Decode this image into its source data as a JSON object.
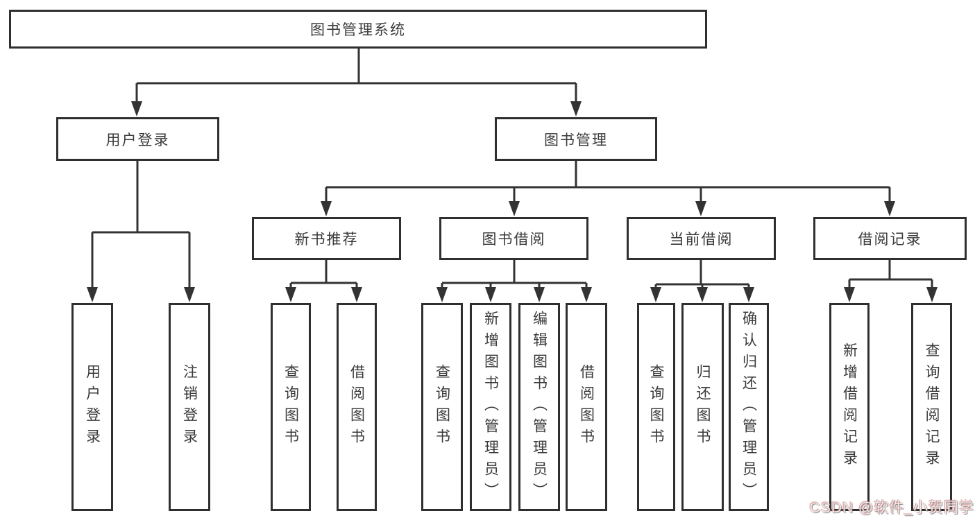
{
  "nodes": {
    "root": "图书管理系统",
    "user_login": "用户登录",
    "book_mgmt": "图书管理",
    "new_book_rec": "新书推荐",
    "book_borrow": "图书借阅",
    "current_borrow": "当前借阅",
    "borrow_records": "借阅记录",
    "leaf_user_login": "用户登录",
    "leaf_logout": "注销登录",
    "leaf_nbr_query_book": "查询图书",
    "leaf_nbr_borrow_book": "借阅图书",
    "leaf_bb_query_book": "查询图书",
    "leaf_bb_add_book_admin": "新增图书（管理员）",
    "leaf_bb_edit_book_admin": "编辑图书（管理员）",
    "leaf_bb_borrow_book": "借阅图书",
    "leaf_cb_query_book": "查询图书",
    "leaf_cb_return_book": "归还图书",
    "leaf_cb_confirm_return_admin": "确认归还（管理员）",
    "leaf_br_add_record": "新增借阅记录",
    "leaf_br_query_record": "查询借阅记录"
  },
  "hierarchy": {
    "图书管理系统": {
      "用户登录": [
        "用户登录",
        "注销登录"
      ],
      "图书管理": {
        "新书推荐": [
          "查询图书",
          "借阅图书"
        ],
        "图书借阅": [
          "查询图书",
          "新增图书（管理员）",
          "编辑图书（管理员）",
          "借阅图书"
        ],
        "当前借阅": [
          "查询图书",
          "归还图书",
          "确认归还（管理员）"
        ],
        "借阅记录": [
          "新增借阅记录",
          "查询借阅记录"
        ]
      }
    }
  },
  "watermark": {
    "text": "CSDN @软件_小贺同学"
  },
  "colors": {
    "line": "#333333",
    "box_border": "#2f2f2f",
    "text": "#3a3a3a",
    "background": "#ffffff",
    "watermark_pink": "#cd7d7d"
  }
}
